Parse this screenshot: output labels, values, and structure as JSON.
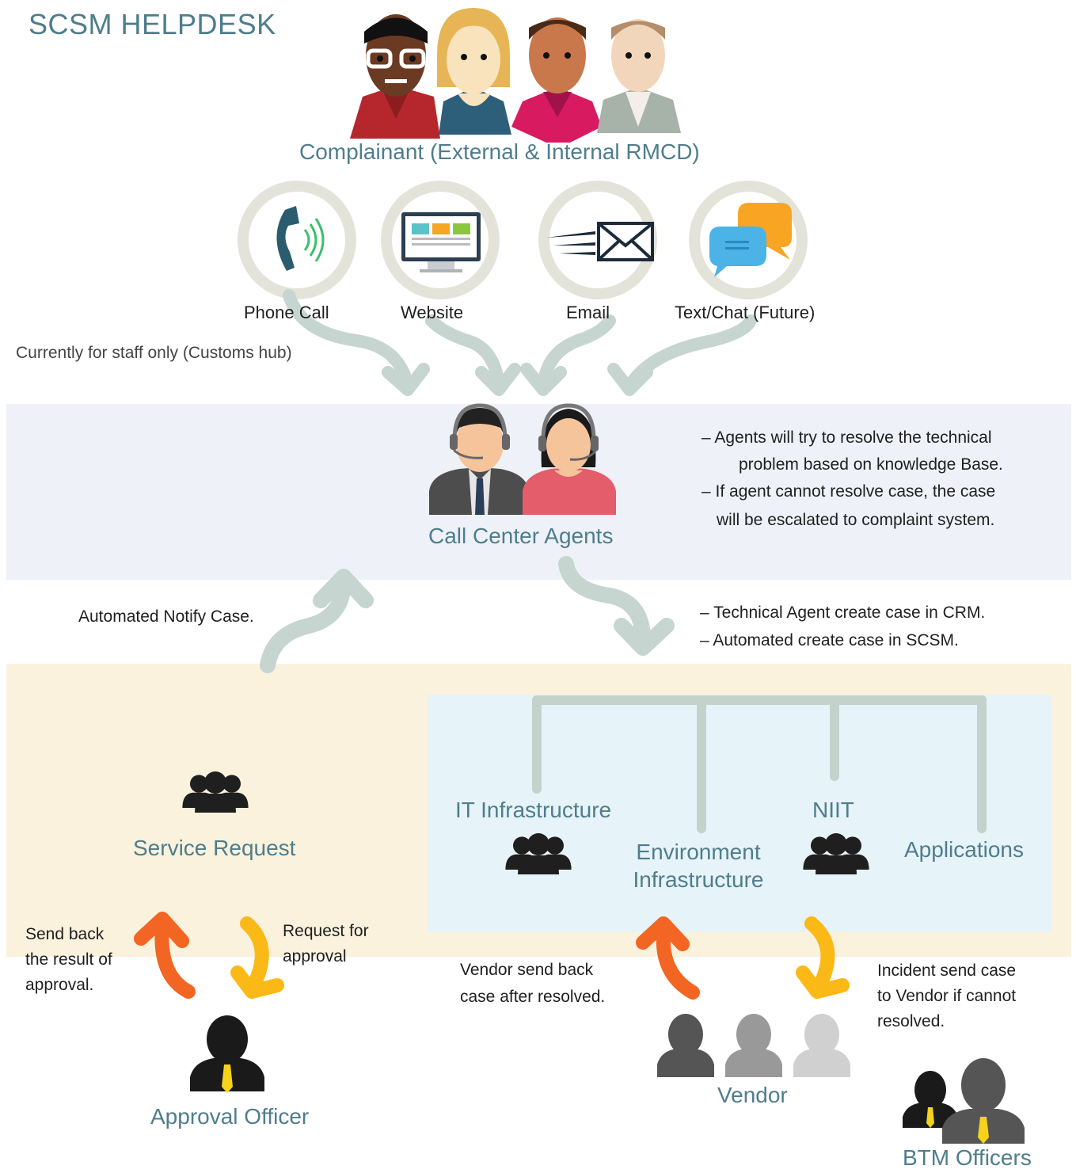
{
  "title": "SCSM HELPDESK",
  "complainant": {
    "label": "Complainant (External & Internal RMCD)"
  },
  "channels": [
    {
      "label": "Phone Call",
      "icon": "phone-icon"
    },
    {
      "label": "Website",
      "icon": "website-monitor-icon"
    },
    {
      "label": "Email",
      "icon": "email-envelope-icon"
    },
    {
      "label": "Text/Chat (Future)",
      "icon": "chat-bubbles-icon"
    }
  ],
  "staff_note": "Currently for staff only (Customs hub)",
  "call_center": {
    "label": "Call Center Agents",
    "notes": [
      "– Agents will try to resolve the technical",
      "problem based on knowledge Base.",
      "– If agent cannot resolve case, the case",
      "will be escalated to complaint system."
    ]
  },
  "notify_label": "Automated Notify Case.",
  "create_notes": [
    "– Technical Agent create case in CRM.",
    "– Automated create case in SCSM."
  ],
  "service_request": {
    "label": "Service Request"
  },
  "groups": [
    {
      "label": "IT Infrastructure"
    },
    {
      "label_line1": "Environment",
      "label_line2": "Infrastructure"
    },
    {
      "label": "NIIT"
    },
    {
      "label": "Applications"
    }
  ],
  "approval": {
    "send_back": [
      "Send back",
      "the result of",
      "approval."
    ],
    "request": [
      "Request for",
      "approval"
    ],
    "officer_label": "Approval Officer"
  },
  "vendor": {
    "send_back": [
      "Vendor send back",
      "case after resolved."
    ],
    "incident": [
      "Incident send case",
      "to Vendor if cannot",
      "resolved."
    ],
    "label": "Vendor"
  },
  "btm": {
    "label": "BTM Officers"
  },
  "colors": {
    "teal_text": "#4f7d8c",
    "arrow_green": "#c6d5cf",
    "arrow_orange": "#f26522",
    "arrow_yellow": "#fbb917",
    "band_blue": "#eef1f8",
    "band_yellow": "#faf2dd",
    "panel_blue": "#e6f3f8",
    "org_lines": "#c3d2cb"
  }
}
